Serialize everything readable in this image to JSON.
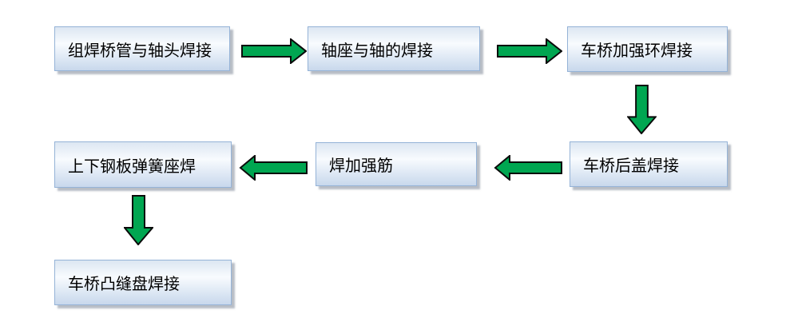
{
  "diagram": {
    "type": "flowchart",
    "nodes": [
      {
        "id": "n1",
        "label": "组焊桥管与轴头焊接"
      },
      {
        "id": "n2",
        "label": "轴座与轴的焊接"
      },
      {
        "id": "n3",
        "label": "车桥加强环焊接"
      },
      {
        "id": "n4",
        "label": "车桥后盖焊接"
      },
      {
        "id": "n5",
        "label": "焊加强筋"
      },
      {
        "id": "n6",
        "label": "上下钢板弹簧座焊"
      },
      {
        "id": "n7",
        "label": "车桥凸缝盘焊接"
      }
    ],
    "edges": [
      {
        "from": "n1",
        "to": "n2",
        "direction": "right"
      },
      {
        "from": "n2",
        "to": "n3",
        "direction": "right"
      },
      {
        "from": "n3",
        "to": "n4",
        "direction": "down"
      },
      {
        "from": "n4",
        "to": "n5",
        "direction": "left"
      },
      {
        "from": "n5",
        "to": "n6",
        "direction": "left"
      },
      {
        "from": "n6",
        "to": "n7",
        "direction": "down"
      }
    ]
  },
  "colors": {
    "background": "#ffffff",
    "arrow-fill": "#00a651",
    "arrow-outline": "#0a0a0a",
    "box-border": "#95b3d7",
    "box-fill-top": "#dce6f2",
    "box-fill-mid": "#f8fbfe",
    "box-fill-lower": "#e2ebf6",
    "box-fill-bottom": "#c8d8ec",
    "box-shadow-color": "rgba(125,135,150,0.55)",
    "text": "#000000"
  }
}
